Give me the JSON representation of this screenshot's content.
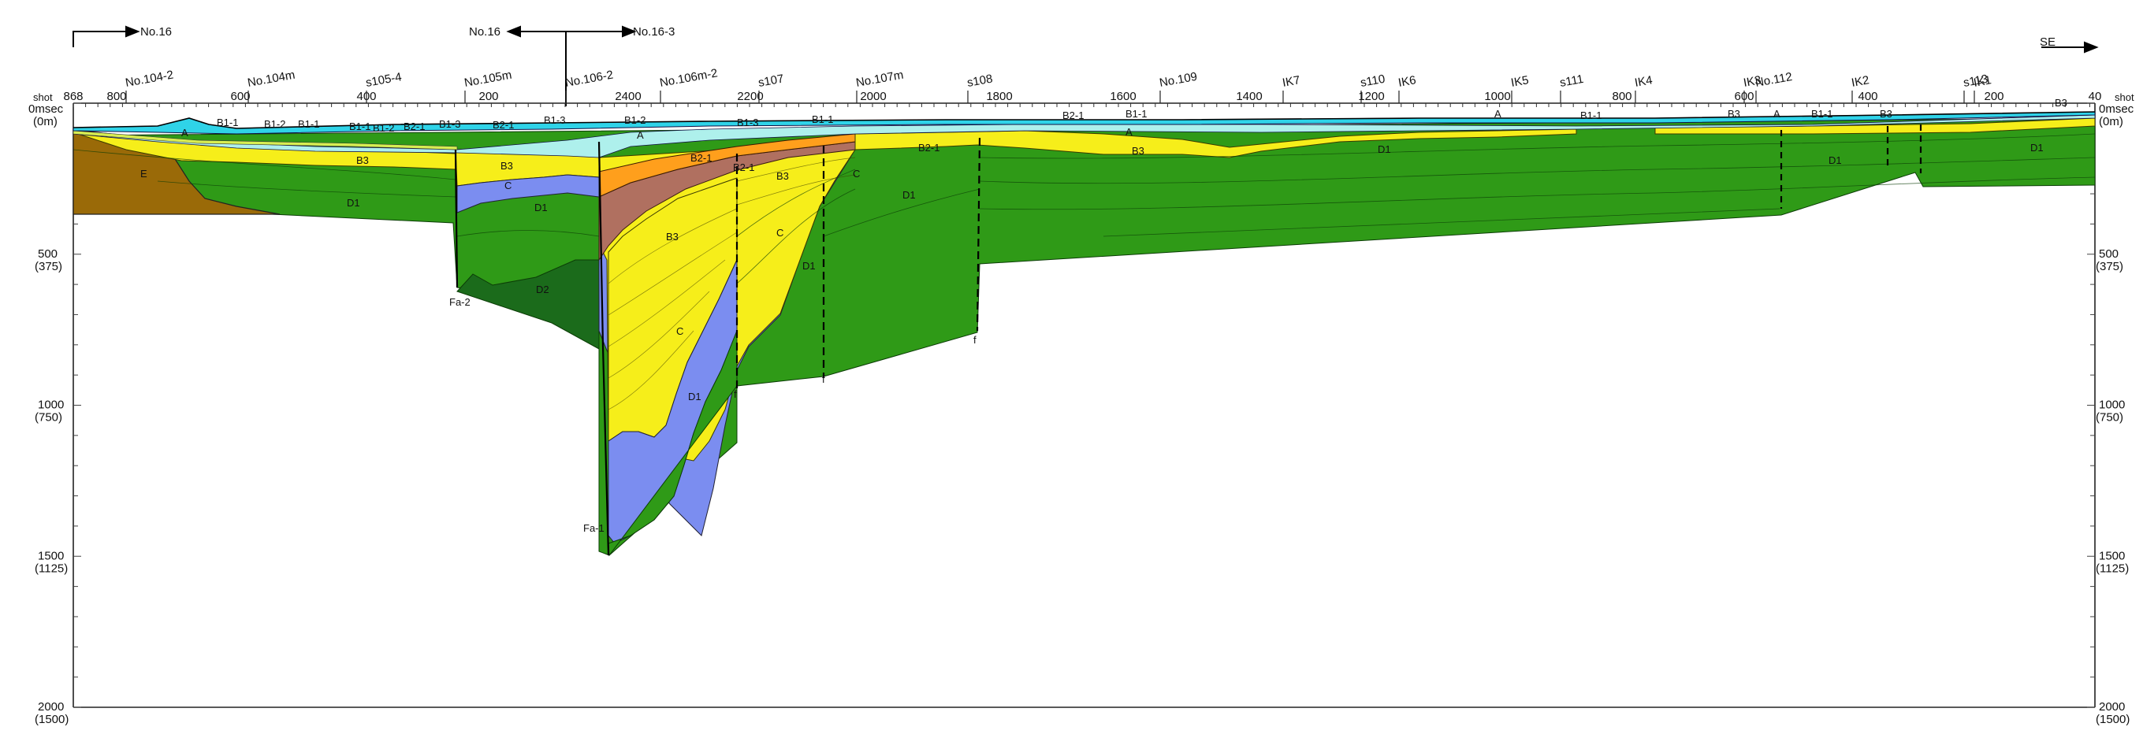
{
  "header": {
    "line_left": "No.16",
    "line_center_left": "No.16",
    "line_center_right": "No.16-3",
    "direction": "SE"
  },
  "axes": {
    "shot_label_left": "shot",
    "time_label_left": "0msec",
    "depth_label_left": "(0m)",
    "shot_label_right": "shot",
    "time_label_right": "0msec",
    "depth_label_right": "(0m)",
    "time_ticks": [
      {
        "time": 500,
        "label": "500",
        "depth": "(375)"
      },
      {
        "time": 1000,
        "label": "1000",
        "depth": "(750)"
      },
      {
        "time": 1500,
        "label": "1500",
        "depth": "(1125)"
      },
      {
        "time": 2000,
        "label": "2000",
        "depth": "(1500)"
      }
    ],
    "shot_labels": [
      {
        "label": "868",
        "seg": "a"
      },
      {
        "label": "800",
        "seg": "a"
      },
      {
        "label": "600",
        "seg": "a"
      },
      {
        "label": "400",
        "seg": "a"
      },
      {
        "label": "200",
        "seg": "a"
      },
      {
        "label": "2400",
        "seg": "b"
      },
      {
        "label": "2200",
        "seg": "b"
      },
      {
        "label": "2000",
        "seg": "b"
      },
      {
        "label": "1800",
        "seg": "b"
      },
      {
        "label": "1600",
        "seg": "b"
      },
      {
        "label": "1400",
        "seg": "b"
      },
      {
        "label": "1200",
        "seg": "b"
      },
      {
        "label": "1000",
        "seg": "b"
      },
      {
        "label": "800",
        "seg": "b"
      },
      {
        "label": "600",
        "seg": "b"
      },
      {
        "label": "400",
        "seg": "b"
      },
      {
        "label": "200",
        "seg": "b"
      },
      {
        "label": "40",
        "seg": "b"
      }
    ]
  },
  "wells": [
    "No.104-2",
    "No.104m",
    "s105-4",
    "No.105m",
    "No.106-2",
    "No.106m-2",
    "s107",
    "No.107m",
    "s108",
    "No.109",
    "IK7",
    "s110",
    "IK6",
    "IK5",
    "s111",
    "IK4",
    "IK3",
    "No.112",
    "IK2",
    "s113",
    "IK1"
  ],
  "units": {
    "A": "A",
    "B1_1": "B1-1",
    "B1_2": "B1-2",
    "B1_3": "B1-3",
    "B2_1": "B2-1",
    "B3": "B3",
    "C": "C",
    "D1": "D1",
    "D2": "D2",
    "E": "E"
  },
  "faults": {
    "fa1": "Fa-1",
    "fa2": "Fa-2",
    "f": "f"
  },
  "colors": {
    "A": "#2fd3e8",
    "B1": "#aef0ec",
    "B1_band": "#d8ee52",
    "B2": "#ff9f1c",
    "B2_1": "#b07060",
    "B3": "#f6ee1a",
    "C": "#7b8df0",
    "D1": "#2f9a17",
    "D2": "#1b6b1b",
    "E": "#9a6a08"
  }
}
